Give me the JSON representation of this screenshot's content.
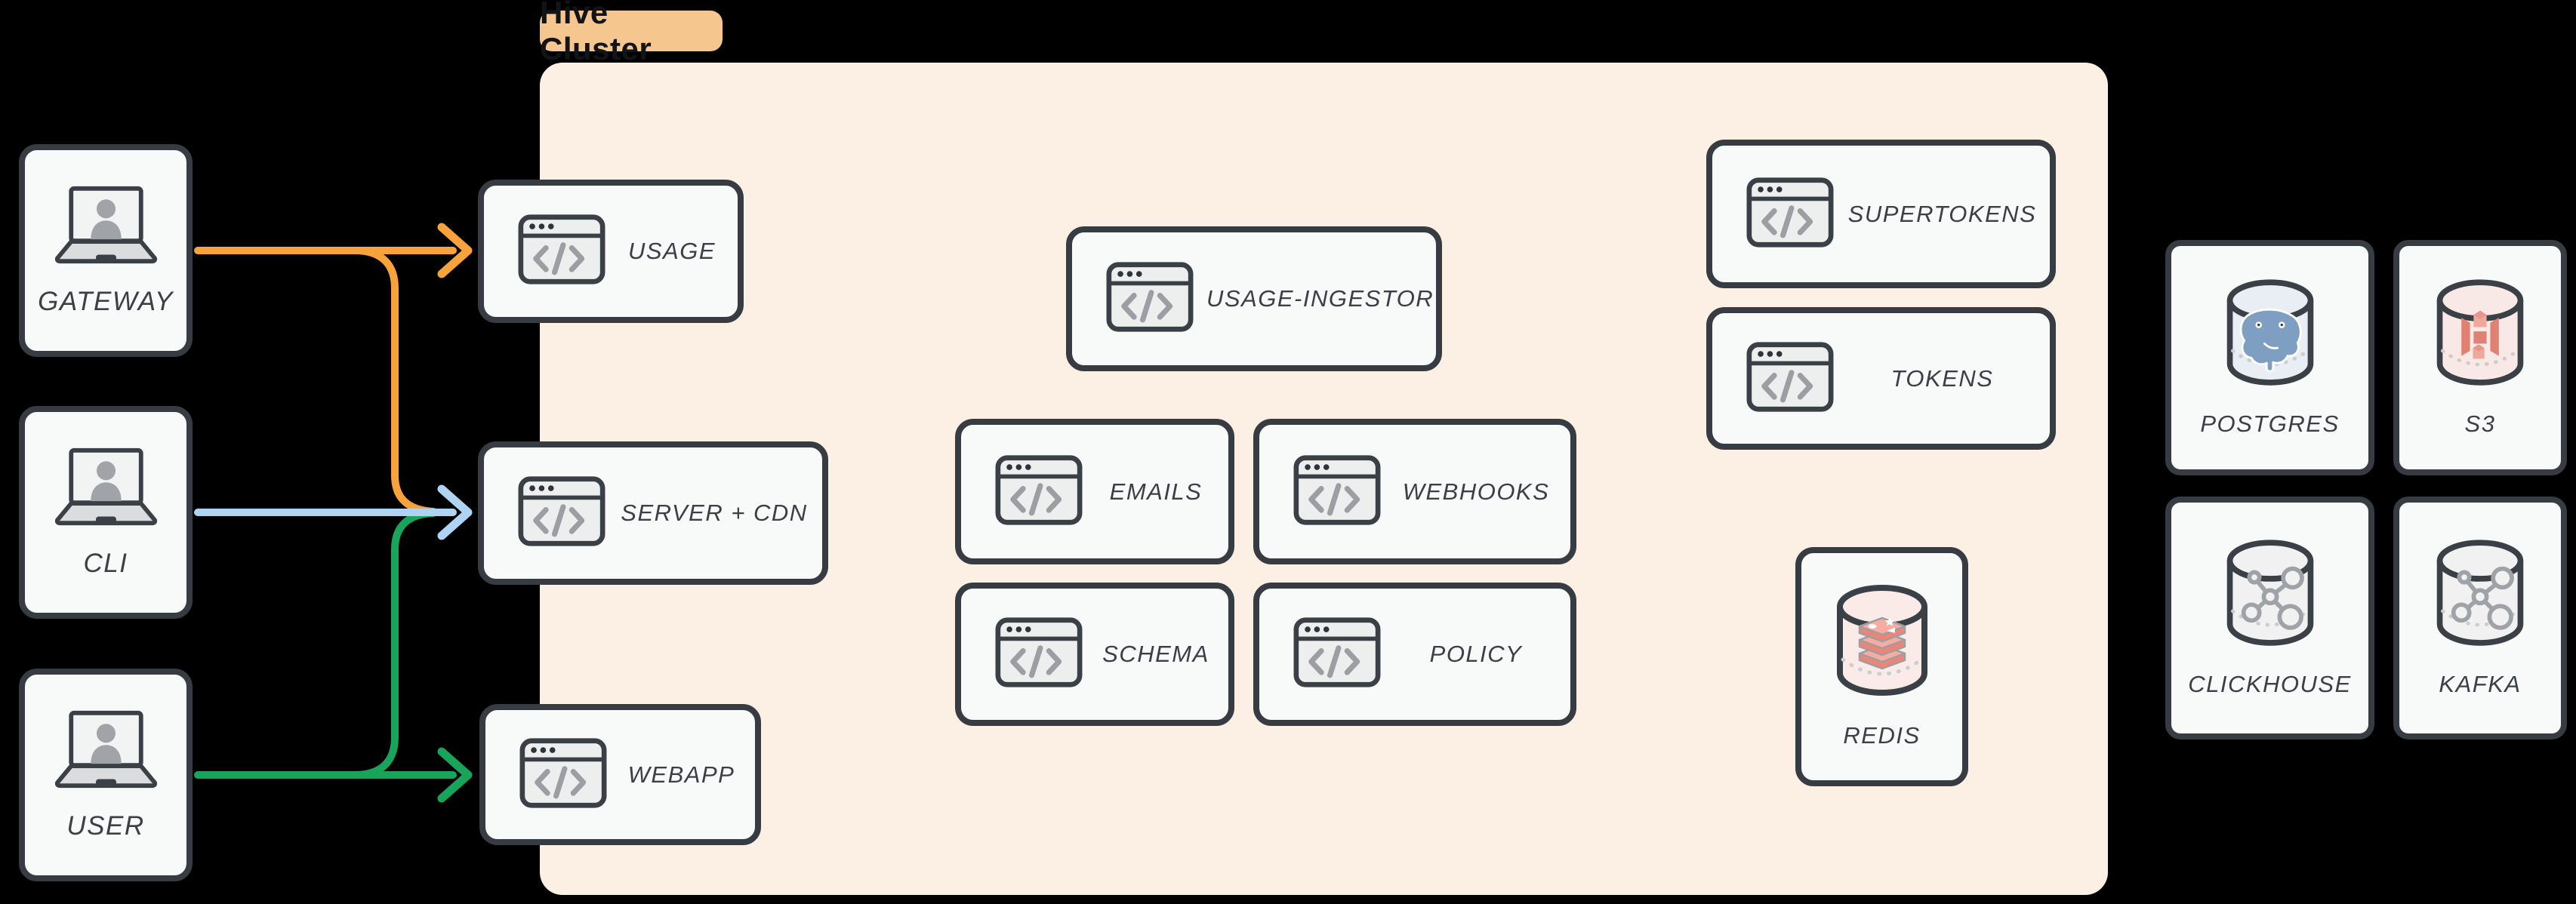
{
  "cluster": {
    "label": "Hive Cluster",
    "label_bg": "#F5C78E",
    "bg": "#FCF0E4",
    "services": [
      {
        "id": "usage",
        "label": "USAGE"
      },
      {
        "id": "server-cdn",
        "label": "SERVER + CDN"
      },
      {
        "id": "webapp",
        "label": "WEBAPP"
      },
      {
        "id": "usage-ingestor",
        "label": "USAGE-INGESTOR"
      },
      {
        "id": "emails",
        "label": "EMAILS"
      },
      {
        "id": "webhooks",
        "label": "WEBHOOKS"
      },
      {
        "id": "schema",
        "label": "SCHEMA"
      },
      {
        "id": "policy",
        "label": "POLICY"
      },
      {
        "id": "supertokens",
        "label": "SUPERTOKENS"
      },
      {
        "id": "tokens",
        "label": "TOKENS"
      },
      {
        "id": "redis",
        "label": "REDIS"
      }
    ]
  },
  "actors": [
    {
      "id": "gateway",
      "label": "GATEWAY"
    },
    {
      "id": "cli",
      "label": "CLI"
    },
    {
      "id": "user",
      "label": "USER"
    }
  ],
  "datastores": [
    {
      "id": "postgres",
      "label": "POSTGRES"
    },
    {
      "id": "s3",
      "label": "S3"
    },
    {
      "id": "clickhouse",
      "label": "CLICKHOUSE"
    },
    {
      "id": "kafka",
      "label": "KAFKA"
    }
  ],
  "arrows": [
    {
      "from": "GATEWAY",
      "to": "USAGE",
      "color": "#F8A23B"
    },
    {
      "from": "GATEWAY",
      "to": "SERVER + CDN",
      "color": "#F8A23B"
    },
    {
      "from": "CLI",
      "to": "SERVER + CDN",
      "color": "#AFD3F2"
    },
    {
      "from": "USER",
      "to": "WEBAPP",
      "color": "#18A45A"
    },
    {
      "from": "USER",
      "to": "SERVER + CDN",
      "color": "#18A45A"
    }
  ],
  "colors": {
    "node_border": "#363C42",
    "node_bg": "#F8F9F9",
    "label_text": "#3A4046",
    "icon_gray": "#9B9FA3",
    "background": "#000000"
  }
}
